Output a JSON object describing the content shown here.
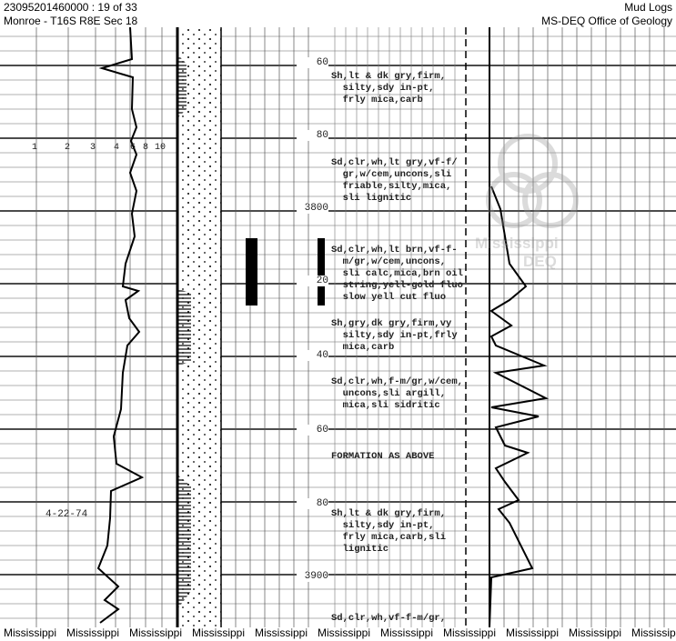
{
  "header": {
    "left_line1": "23095201460000 : 19 of 33",
    "left_line2": "Monroe - T16S R8E Sec 18",
    "right_line1": "Mud Logs",
    "right_line2": "MS-DEQ Office of Geology"
  },
  "scale_labels": [
    "1",
    "2",
    "3",
    "4",
    "6",
    "8",
    "10"
  ],
  "date_note": "4-22-74",
  "depths": [
    "60",
    "80",
    "3800",
    "20",
    "40",
    "60",
    "80",
    "3900"
  ],
  "descriptions": [
    "Sh,lt & dk gry,firm,\n  silty,sdy in-pt,\n  frly mica,carb",
    "Sd,clr,wh,lt gry,vf-f/\n  gr,w/cem,uncons,sli\n  friable,silty,mica,\n  sli lignitic",
    "Sd,clr,wh,lt brn,vf-f-\n  m/gr,w/cem,uncons,\n  sli calc,mica,brn oil\n  string,yell-gold fluo\n  slow yell cut fluo",
    "Sh,gry,dk gry,firm,vy\n  silty,sdy in-pt,frly\n  mica,carb",
    "Sd,clr,wh,f-m/gr,w/cem,\n  uncons,sli argill,\n  mica,sli sidritic",
    "FORMATION AS ABOVE",
    "Sh,lt & dk gry,firm,\n  silty,sdy in-pt,\n  frly mica,carb,sli\n  lignitic",
    "Sd,clr,wh,vf-f-m/gr,"
  ],
  "watermark": {
    "line1": "Mississippi",
    "line2": "DEQ"
  },
  "footer": [
    "Mississippi",
    "Mississippi",
    "Mississippi",
    "Mississippi",
    "Mississippi",
    "Mississippi",
    "Mississippi",
    "Mississippi",
    "Mississippi",
    "Mississippi",
    "Mississippi"
  ]
}
